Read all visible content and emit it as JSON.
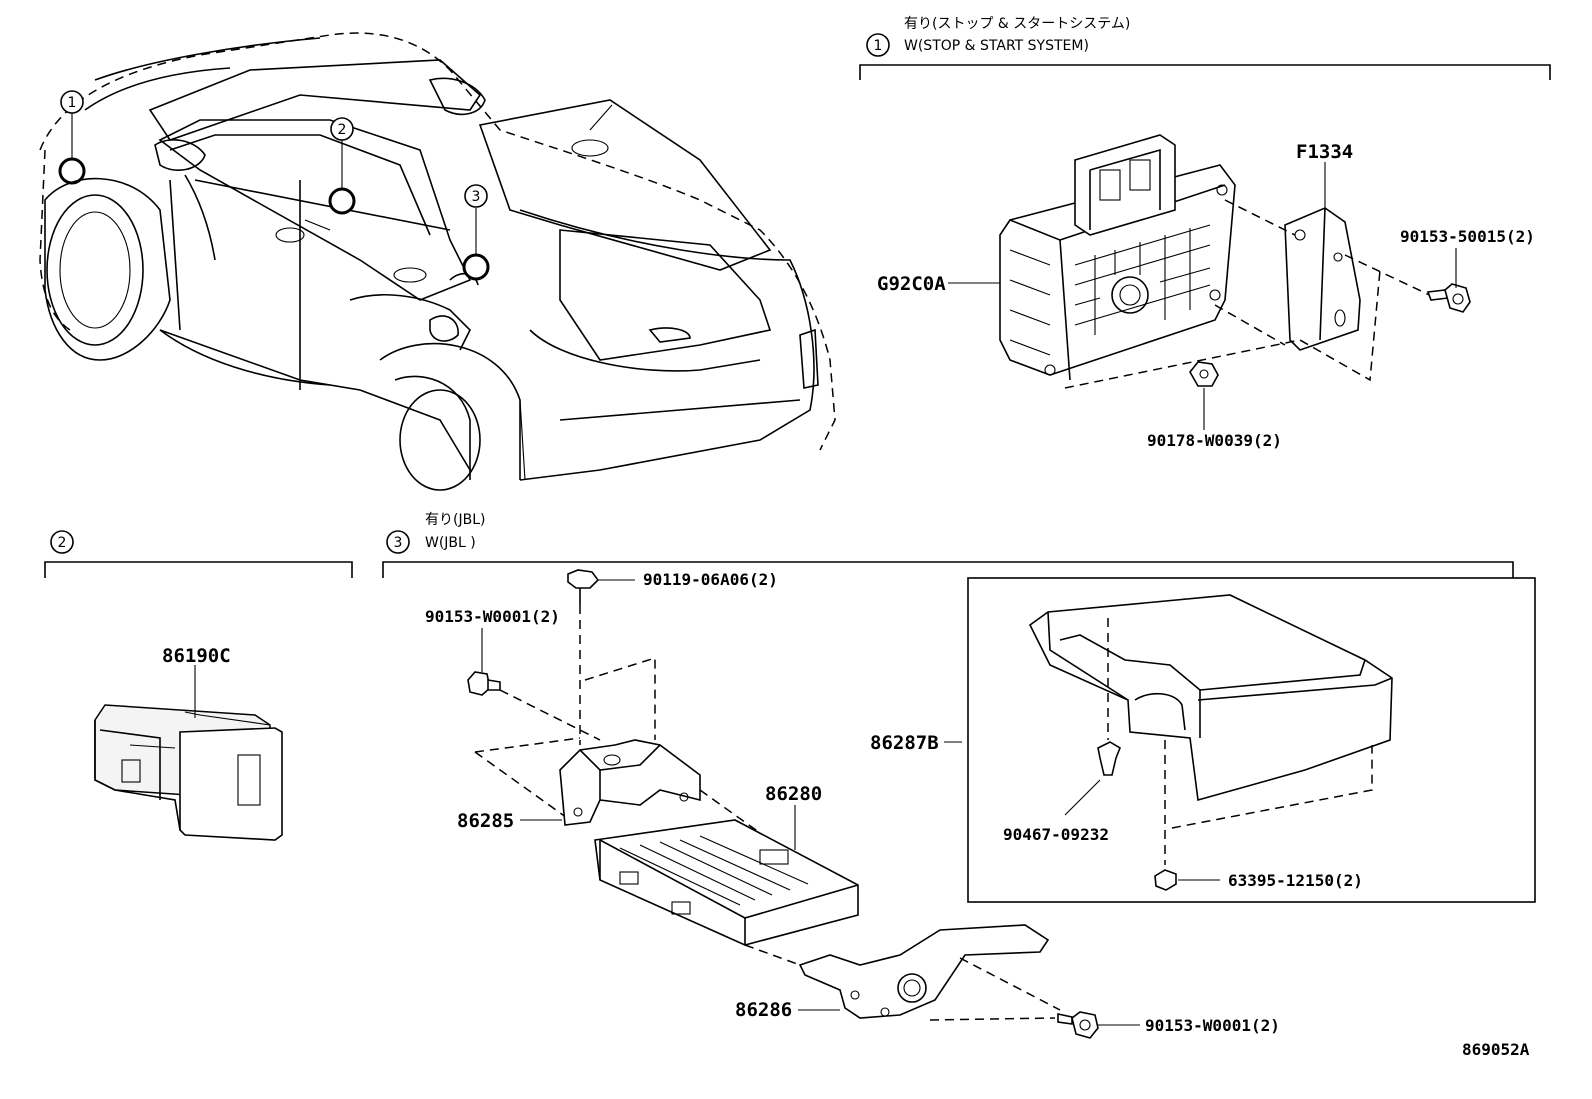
{
  "sections": {
    "s1": {
      "circle": "1",
      "title_jp": "有り(ストップ & スタートシステム)",
      "title_en": "W(STOP & START SYSTEM)"
    },
    "s2": {
      "circle": "2"
    },
    "s3": {
      "circle": "3",
      "title_jp": "有り(JBL)",
      "title_en": "W(JBL )"
    }
  },
  "car_callouts": [
    "1",
    "2",
    "3"
  ],
  "parts": {
    "g92c0a": "G92C0A",
    "f1334": "F1334",
    "p90153_50015": "90153-50015(2)",
    "p90178_w0039": "90178-W0039(2)",
    "p86190c": "86190C",
    "p90119_06a06": "90119-06A06(2)",
    "p90153_w0001_top": "90153-W0001(2)",
    "p86285": "86285",
    "p86280": "86280",
    "p86287b": "86287B",
    "p90467_09232": "90467-09232",
    "p63395_12150": "63395-12150(2)",
    "p86286": "86286",
    "p90153_w0001_bot": "90153-W0001(2)"
  },
  "illustration_id": "869052A"
}
